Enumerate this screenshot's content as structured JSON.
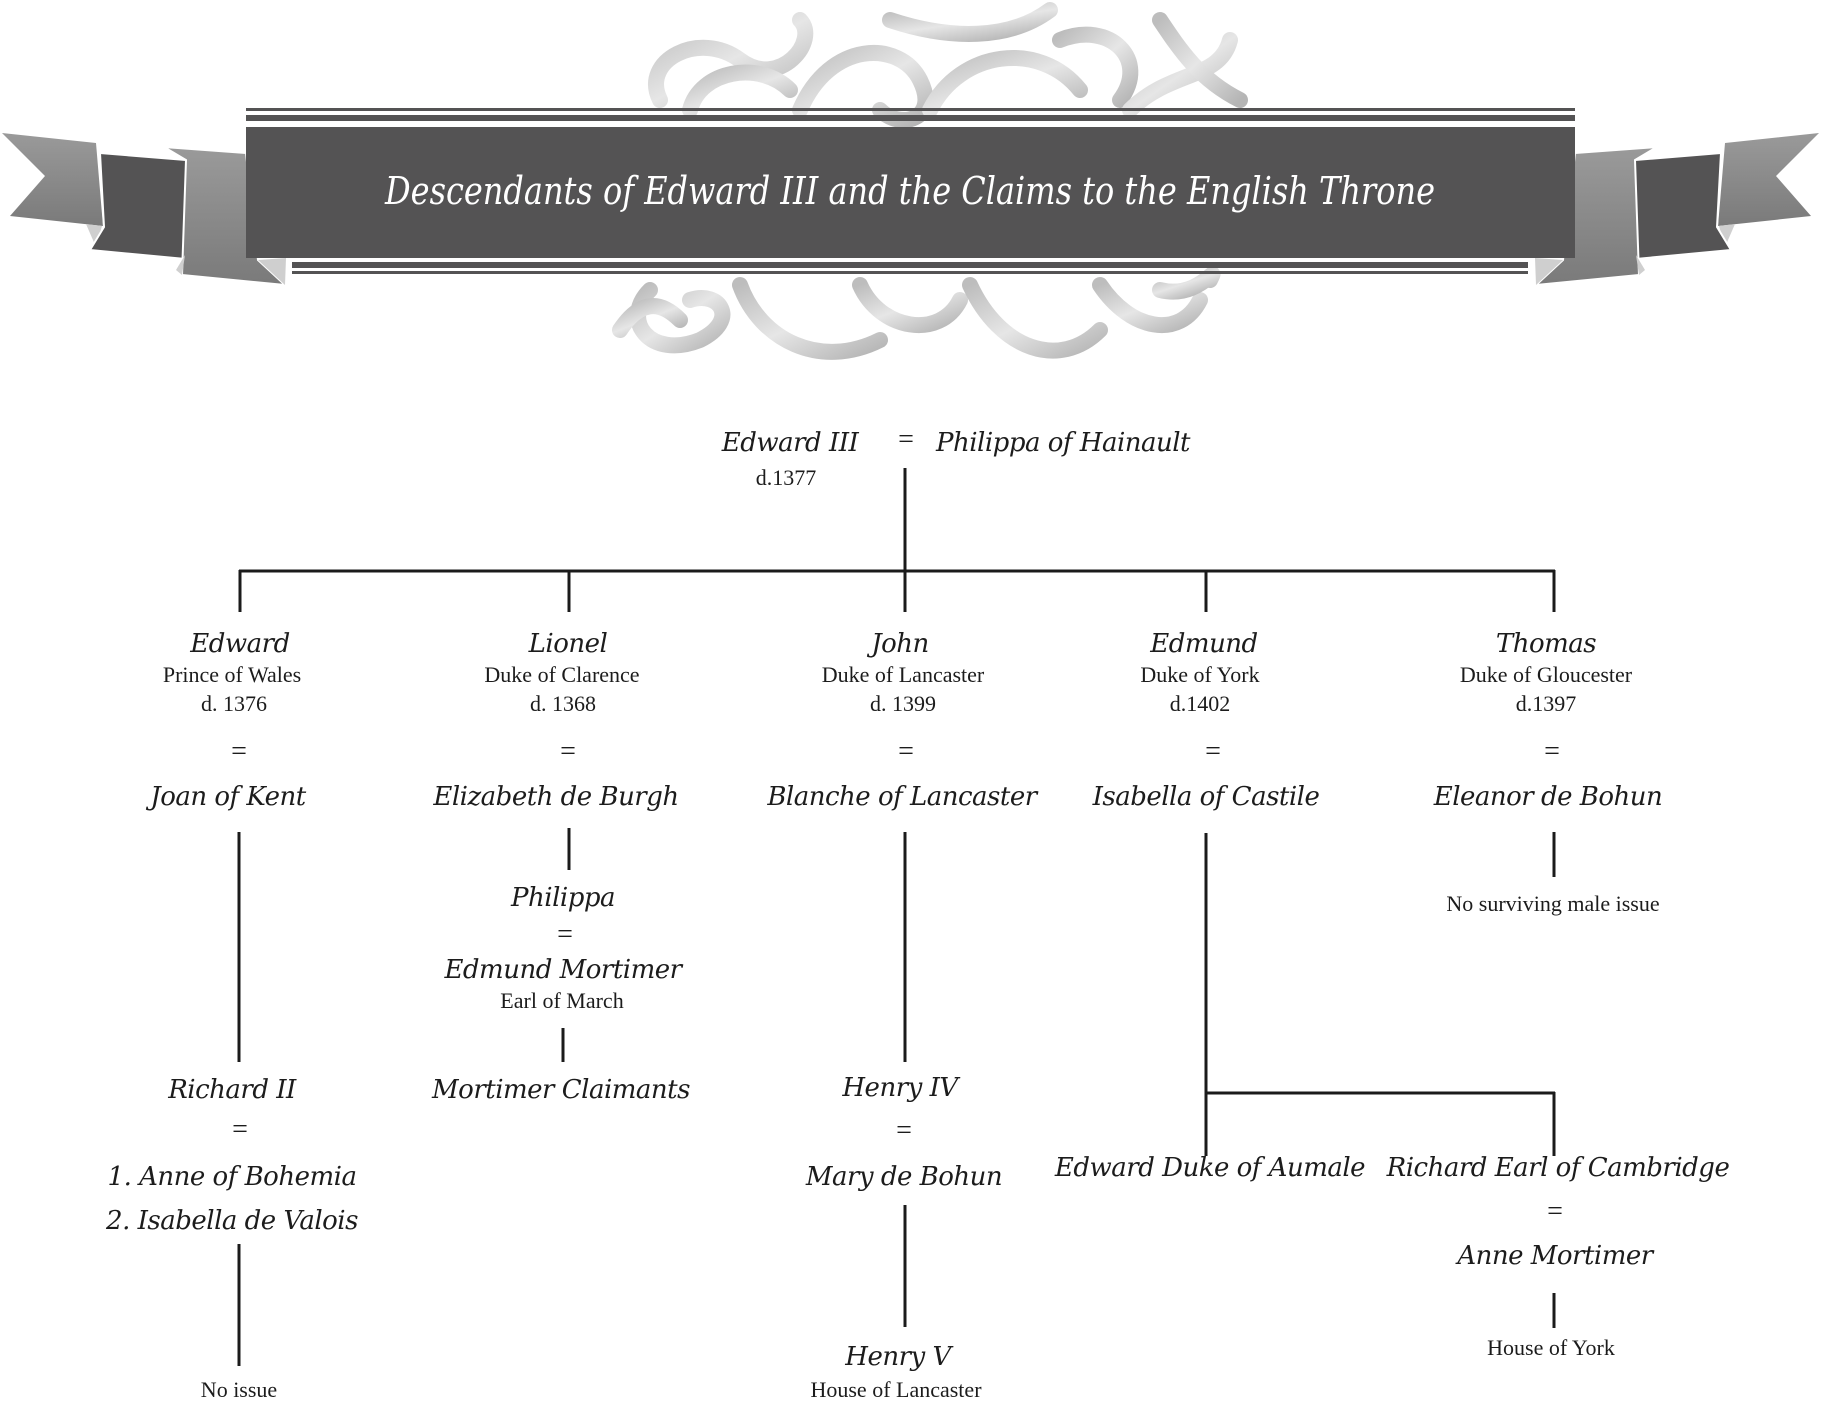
{
  "title": "Descendants of Edward III and the Claims to the English Throne",
  "colors": {
    "banner": "#545354",
    "ribbon_light": "#8f8f8f",
    "ornament": "#c8c8c8",
    "line": "#1b1b1b",
    "text": "#1c1c1c"
  },
  "marriage_symbol": "=",
  "root": {
    "name": "Edward III",
    "death": "d.1377",
    "spouse": "Philippa of Hainault"
  },
  "children": [
    {
      "name": "Edward",
      "title": "Prince of Wales",
      "death": "d. 1376",
      "spouse": "Joan of Kent",
      "descendants": {
        "name": "Richard II",
        "spouses": [
          "1. Anne of Bohemia",
          "2. Isabella de Valois"
        ],
        "outcome": "No issue"
      }
    },
    {
      "name": "Lionel",
      "title": "Duke of Clarence",
      "death": "d. 1368",
      "spouse": "Elizabeth de Burgh",
      "descendants": {
        "name": "Philippa",
        "spouse": "Edmund Mortimer",
        "spouse_title": "Earl of March",
        "outcome": "Mortimer Claimants"
      }
    },
    {
      "name": "John",
      "title": "Duke of Lancaster",
      "death": "d. 1399",
      "spouse": "Blanche of Lancaster",
      "descendants": {
        "name": "Henry IV",
        "spouse": "Mary de Bohun",
        "heir": "Henry V",
        "outcome": "House of Lancaster"
      }
    },
    {
      "name": "Edmund",
      "title": "Duke of York",
      "death": "d.1402",
      "spouse": "Isabella of Castile",
      "descendants": {
        "sons": [
          {
            "name": "Edward Duke of Aumale"
          },
          {
            "name": "Richard Earl of Cambridge",
            "spouse": "Anne Mortimer",
            "outcome": "House of York"
          }
        ]
      }
    },
    {
      "name": "Thomas",
      "title": "Duke of Gloucester",
      "death": "d.1397",
      "spouse": "Eleanor de Bohun",
      "descendants": {
        "outcome": "No surviving male issue"
      }
    }
  ]
}
